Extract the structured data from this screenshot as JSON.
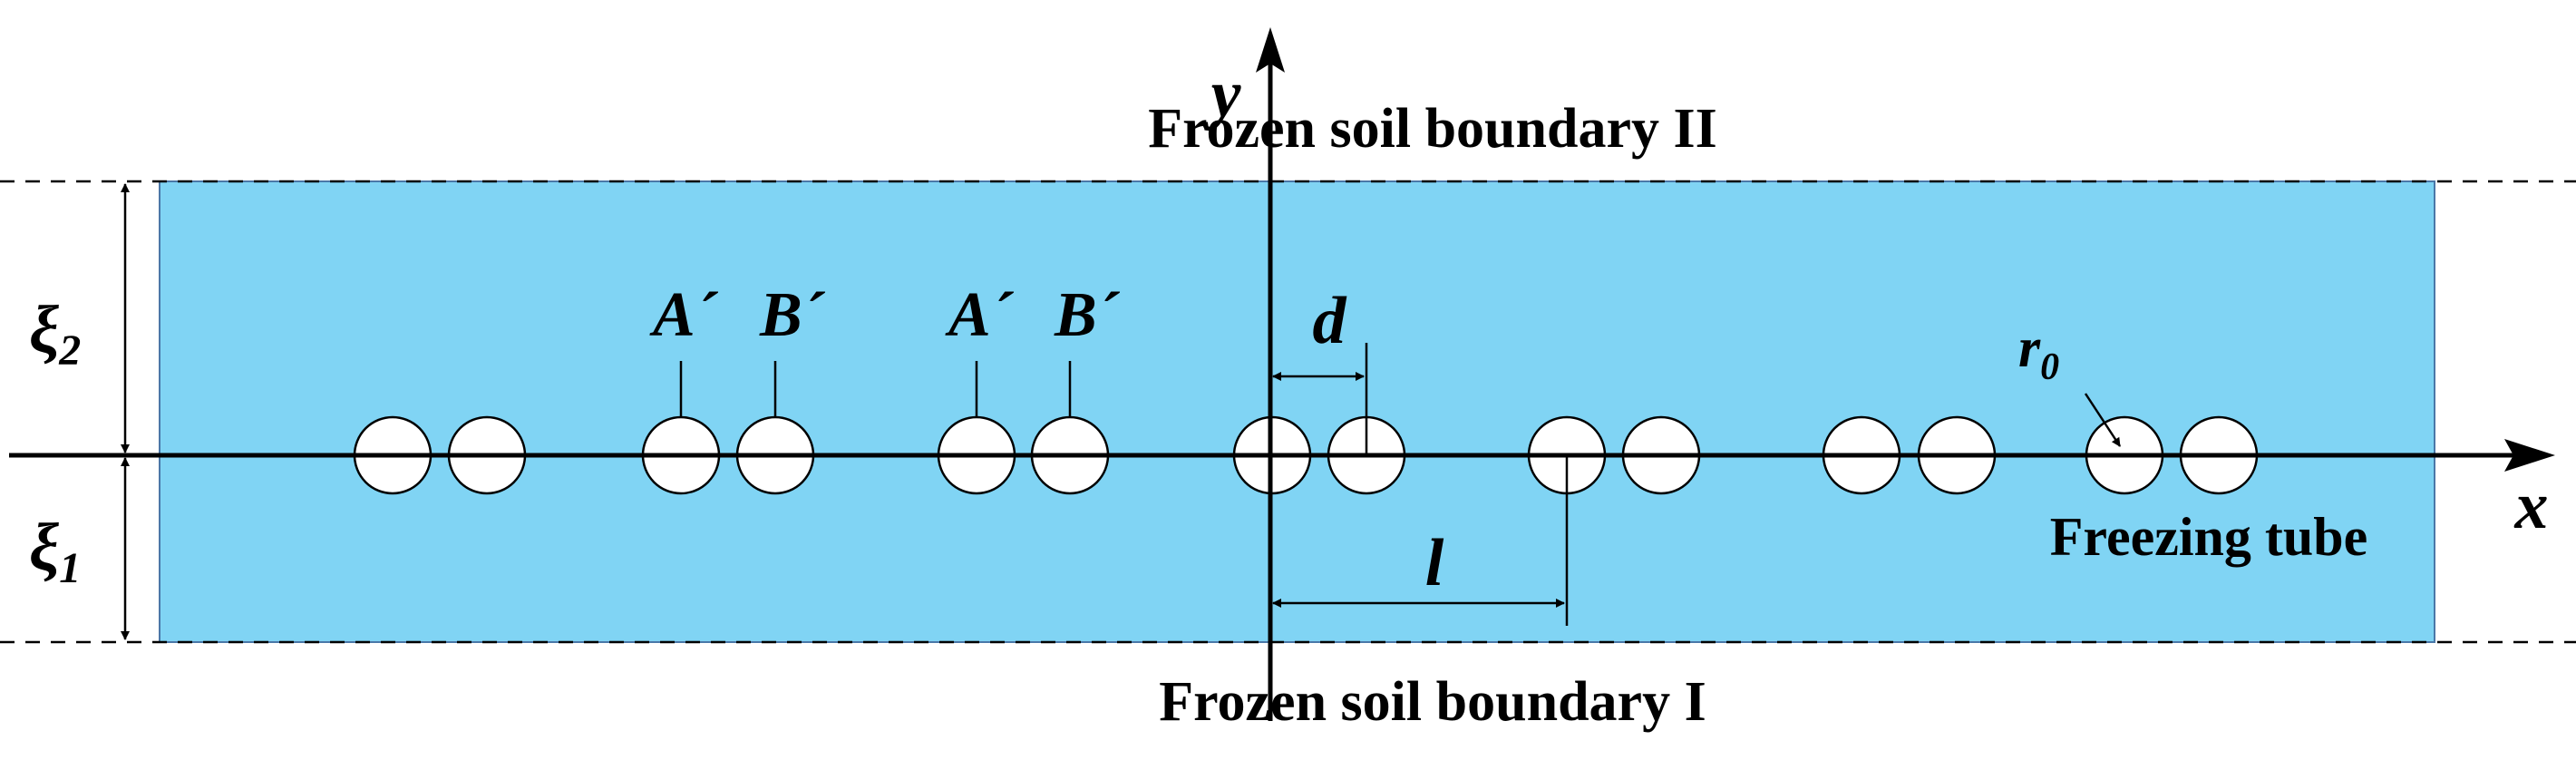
{
  "labels": {
    "boundary_top": "Frozen soil boundary II",
    "boundary_bottom": "Frozen soil boundary I",
    "axis_x": "x",
    "axis_y": "y",
    "xi_top_symbol": "ξ",
    "xi_top_sub": "2",
    "xi_bottom_symbol": "ξ",
    "xi_bottom_sub": "1",
    "a_prime_1": "A´",
    "b_prime_1": "B´",
    "a_prime_2": "A´",
    "b_prime_2": "B´",
    "d": "d",
    "l": "l",
    "r_symbol": "r",
    "r_sub": "0",
    "freezing_tube": "Freezing tube"
  },
  "colors": {
    "zone_fill": "#80d4f4",
    "zone_border": "#4a78a8",
    "tube_fill": "#ffffff",
    "line": "#000000"
  }
}
